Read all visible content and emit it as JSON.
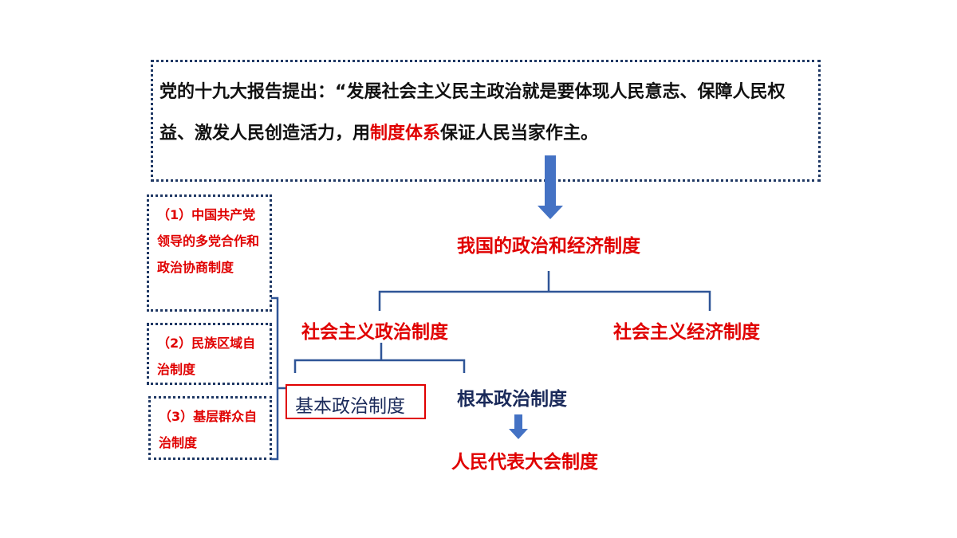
{
  "quote": {
    "lead": "党的十九大报告提出：“发展社会主义民主政治就是要体现人民意志、保障人民权益、激发人民创造活力，用",
    "highlight": "制度体系",
    "tail": "保证人民当家作主。"
  },
  "main_node": "我国的政治和经济制度",
  "political": "社会主义政治制度",
  "economic": "社会主义经济制度",
  "basic": "基本政治制度",
  "fundamental": "根本政治制度",
  "npc": "人民代表大会制度",
  "side_items": [
    "（1）中国共产党领导的多党合作和政治协商制度",
    "（2）民族区域自治制度",
    "（3）基层群众自治制度"
  ],
  "colors": {
    "red": "#e00000",
    "navy": "#1a2a5a",
    "arrow": "#4472c4",
    "bracket": "#2f5597"
  }
}
